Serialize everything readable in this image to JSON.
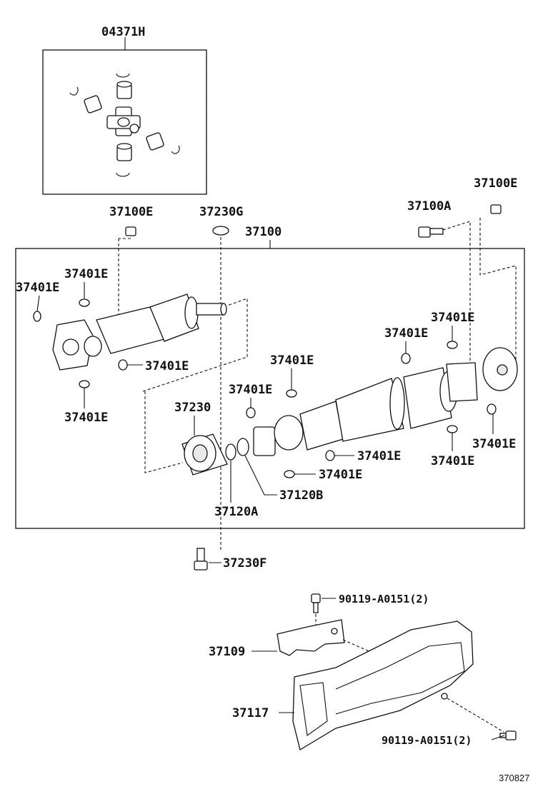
{
  "labels": {
    "kit_04371H": "04371H",
    "nut_37100E_left": "37100E",
    "washer_37230G": "37230G",
    "bolt_37100A": "37100A",
    "nut_37100E_right": "37100E",
    "shaft_37100": "37100",
    "clip_37401E_a": "37401E",
    "clip_37401E_b": "37401E",
    "clip_37401E_c": "37401E",
    "clip_37401E_d": "37401E",
    "clip_37401E_e": "37401E",
    "clip_37401E_f": "37401E",
    "clip_37401E_g": "37401E",
    "clip_37401E_h": "37401E",
    "clip_37401E_i": "37401E",
    "clip_37401E_j": "37401E",
    "clip_37401E_k": "37401E",
    "clip_37401E_l": "37401E",
    "bearing_37230": "37230",
    "spacer_37120B": "37120B",
    "washer_37120A": "37120A",
    "bolt_37230F": "37230F",
    "bolt_90119_top": "90119-A0151(2)",
    "bracket_37109": "37109",
    "cover_37117": "37117",
    "bolt_90119_bottom": "90119-A0151(2)"
  },
  "figure_number": "370827"
}
